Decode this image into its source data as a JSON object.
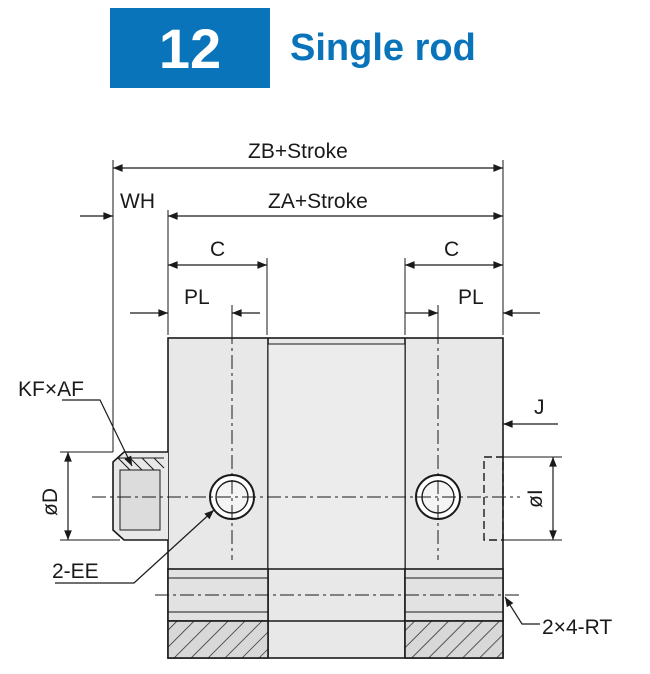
{
  "header": {
    "number": "12",
    "title": "Single rod",
    "accent_color": "#0a74bb"
  },
  "drawing": {
    "labels": {
      "zb": "ZB+Stroke",
      "wh": "WH",
      "za": "ZA+Stroke",
      "c_left": "C",
      "c_right": "C",
      "pl_left": "PL",
      "pl_right": "PL",
      "kf": "KF×AF",
      "j": "J",
      "d": "øD",
      "i": "øI",
      "ee": "2-EE",
      "rt": "2×4-RT"
    },
    "body_color": "#e8e8e8",
    "line_color": "#1a1a1a"
  }
}
